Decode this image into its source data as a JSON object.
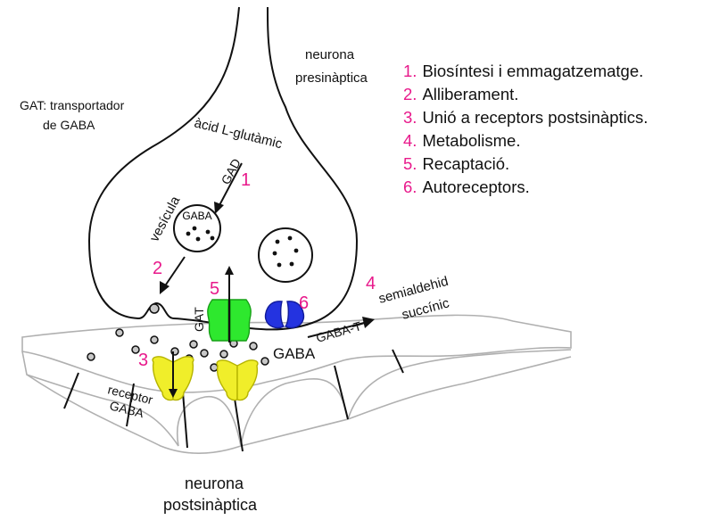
{
  "labels": {
    "presynaptic": [
      "neurona",
      "presinàptica"
    ],
    "postsynaptic": [
      "neurona",
      "postsinàptica"
    ],
    "gat_note": [
      "GAT:  transportador",
      "de GABA"
    ],
    "glutamic": "àcid L-glutàmic",
    "gad": "GAD",
    "vesicle": "vesícula",
    "gaba_in_vesicle": "GABA",
    "gat": "GAT",
    "gaba_cleft": "GABA",
    "gaba_t": "GABA-T",
    "semialdehyde": [
      "semialdehid",
      "succínic"
    ],
    "receptor": [
      "receptor",
      "GABA"
    ]
  },
  "step_markers": [
    "1",
    "2",
    "3",
    "4",
    "5",
    "6"
  ],
  "legend": [
    {
      "num": "1.",
      "text": "Biosíntesi i emmagatzematge."
    },
    {
      "num": "2.",
      "text": "Alliberament."
    },
    {
      "num": "3.",
      "text": "Unió a receptors postsinàptics."
    },
    {
      "num": "4.",
      "text": "Metabolisme."
    },
    {
      "num": "5.",
      "text": "Recaptació."
    },
    {
      "num": "6.",
      "text": "Autoreceptors."
    }
  ],
  "colors": {
    "accent_number": "#e8198b",
    "gat_transporter": "#2ee82e",
    "autoreceptor": "#2433e0",
    "gaba_receptor": "#f0ee2a",
    "membrane": "#111111",
    "postsynaptic_outline": "#b0b0b0"
  }
}
